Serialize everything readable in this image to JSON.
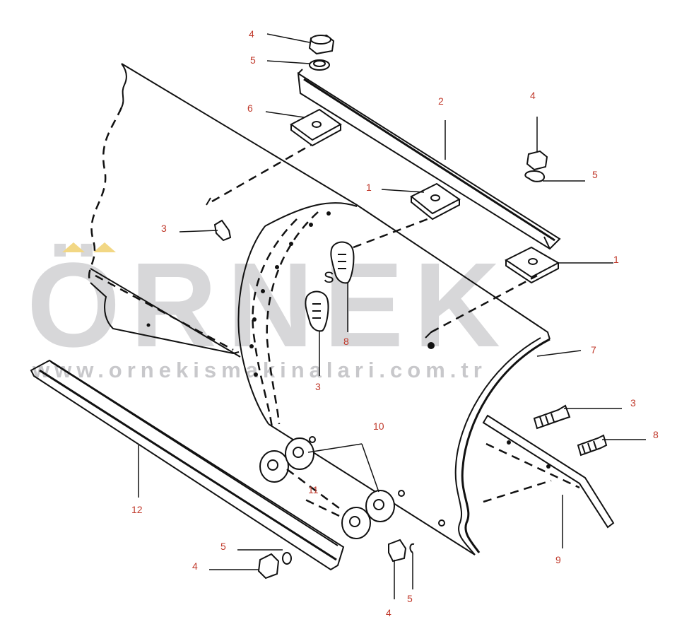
{
  "watermark": {
    "brand": "ÖRNEK",
    "url": "www.ornekismakinalari.com.tr",
    "accent_color": "#f2d784",
    "text_color": "#d7d7d9"
  },
  "callouts": {
    "c4a": "4",
    "c5a": "5",
    "c6": "6",
    "c2": "2",
    "c4b": "4",
    "c5b": "5",
    "c1a": "1",
    "c1b": "1",
    "c3a": "3",
    "c8a": "8",
    "c3b": "3",
    "c7": "7",
    "c3c": "3",
    "c8b": "8",
    "c10": "10",
    "c11": "11",
    "c12": "12",
    "c9": "9",
    "c5c": "5",
    "c4c": "4",
    "c4d": "4",
    "c5d": "5"
  },
  "colors": {
    "callout": "#c0392b",
    "line": "#111111"
  }
}
